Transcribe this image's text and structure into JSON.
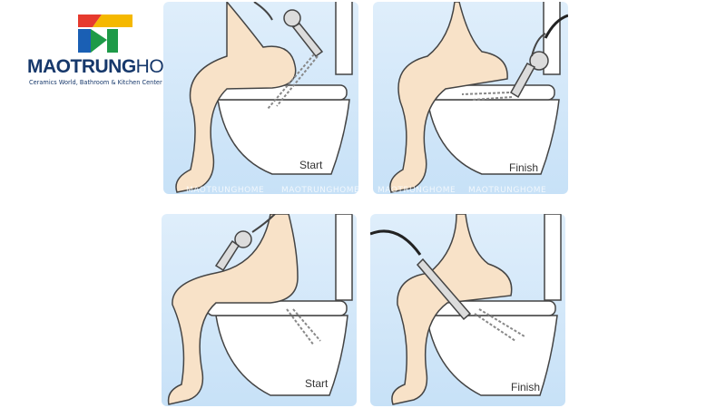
{
  "brand": {
    "name_bold": "MAOTRUNG",
    "name_light": "HOME",
    "tagline": "Ceramics World, Bathroom & Kitchen Center",
    "logo_colors": [
      "#e63a2e",
      "#f5b800",
      "#1e9a48",
      "#1a5fb4"
    ]
  },
  "panels": [
    {
      "caption": "Start",
      "watermark": "MAOTRUNGHOME"
    },
    {
      "caption": "Finish",
      "watermark": "MAOTRUNGHOME"
    },
    {
      "caption": "Start",
      "watermark": ""
    },
    {
      "caption": "Finish",
      "watermark": ""
    }
  ],
  "watermark_extra": "MAOTRUNGHOME"
}
